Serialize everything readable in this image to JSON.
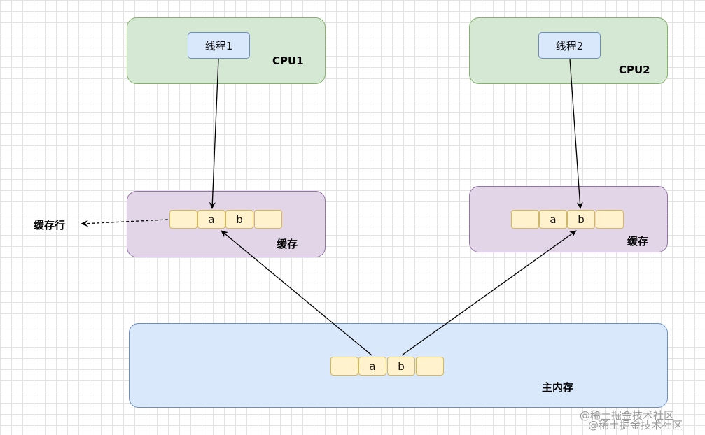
{
  "cpu1": {
    "thread_label": "线程1",
    "label": "CPU1"
  },
  "cpu2": {
    "thread_label": "线程2",
    "label": "CPU2"
  },
  "cache1": {
    "label": "缓存",
    "cells": [
      "",
      "a",
      "b",
      ""
    ]
  },
  "cache2": {
    "label": "缓存",
    "cells": [
      "",
      "a",
      "b",
      ""
    ]
  },
  "memory": {
    "label": "主内存",
    "cells": [
      "",
      "a",
      "b",
      ""
    ]
  },
  "cache_line_label": "缓存行",
  "watermark": "@稀土掘金技术社区",
  "colors": {
    "cpu_fill": "#d5e8d4",
    "cpu_border": "#82b366",
    "cache_fill": "#e1d5e7",
    "cache_border": "#9673a6",
    "memory_fill": "#dae8fc",
    "memory_border": "#6c8ebf",
    "cell_fill": "#fff2cc",
    "cell_border": "#d6b656"
  }
}
